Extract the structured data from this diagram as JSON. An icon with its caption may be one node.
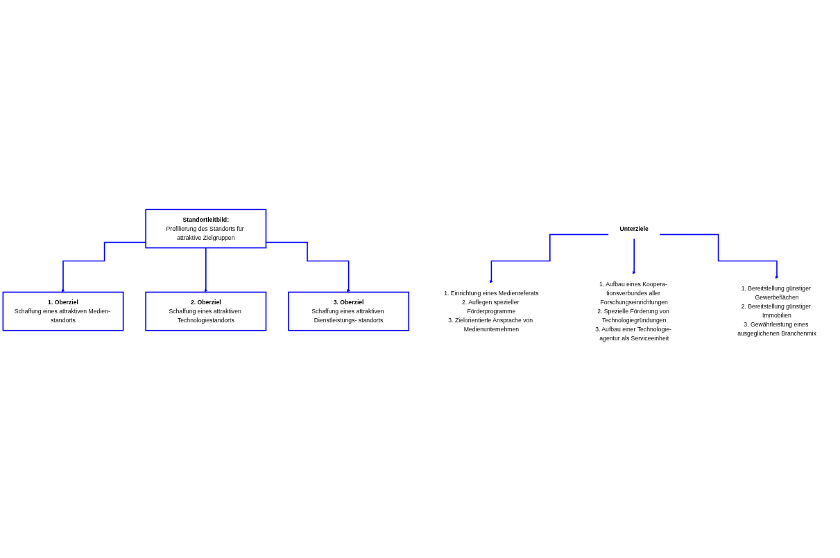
{
  "diagram": {
    "nodes": [
      {
        "text": [
          "Standortleitbild:",
          "Profilierung des Standorts für attraktive Zielgruppen"
        ]
      },
      {
        "text": [
          "1. Oberziel",
          "Schaffung eines attraktiven Medien- standorts"
        ]
      },
      {
        "text": [
          "2. Oberziel",
          "Schaffung eines attraktiven Technologiestandorts"
        ]
      },
      {
        "text": [
          "3. Oberziel",
          "Schaffung eines attraktiven Dienstleistungs- standorts"
        ]
      },
      {
        "text": [
          "Unterziele"
        ]
      },
      {
        "text": [
          "1. Einrichtung eines Medienreferats",
          "2. Auflegen spezieller Förderprogramme",
          "3. Zielorientierte Ansprache von Medienunternehmen"
        ]
      },
      {
        "text": [
          "1. Aufbau eines Koopera- tionsverbundes aller Forschungseinrichtungen",
          "2. Spezielle Förderung von Technologiegründungen",
          "3. Aufbau einer Technologie- agentur als Serviceeinheit"
        ]
      },
      {
        "text": [
          "1. Bereitstellung günstiger Gewerbeflächen",
          "2. Bereitstellung günstiger Immobilien",
          "3. Gewährleistung eines ausgeglichenen Branchenmix"
        ]
      }
    ],
    "edges": [
      {
        "from": 0,
        "to": 1,
        "arrow": "to"
      },
      {
        "from": 0,
        "to": 2,
        "arrow": "to"
      },
      {
        "from": 0,
        "to": 3,
        "arrow": "to"
      },
      {
        "from": 4,
        "to": 5,
        "arrow": "to"
      },
      {
        "from": 4,
        "to": 6,
        "arrow": "to"
      },
      {
        "from": 4,
        "to": 7,
        "arrow": "to"
      }
    ]
  }
}
